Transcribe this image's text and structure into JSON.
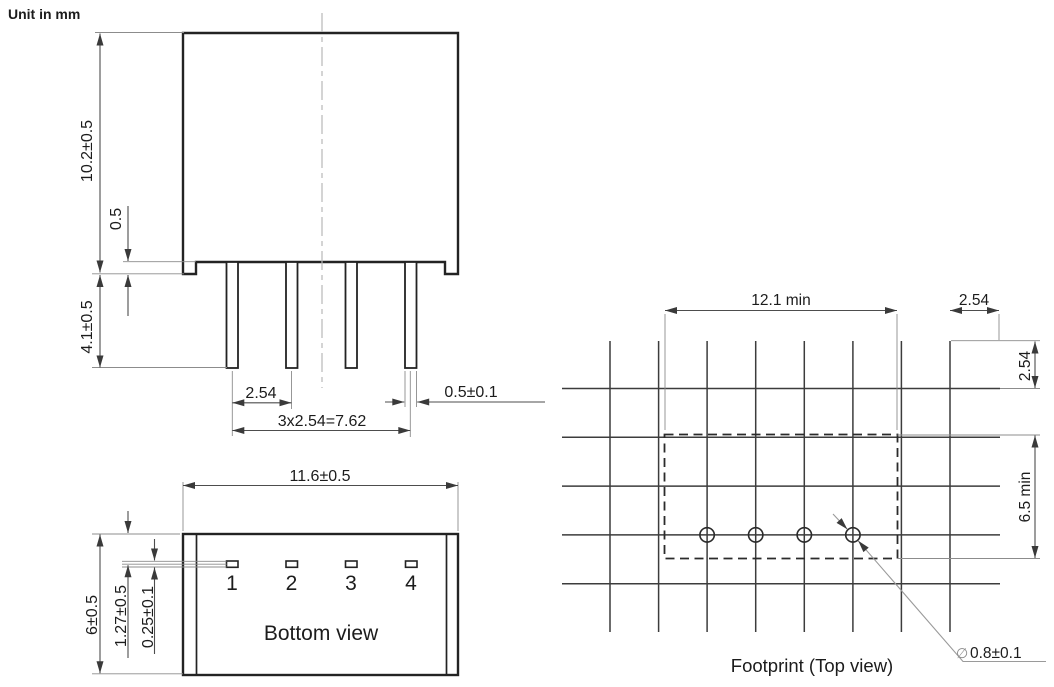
{
  "unit_note": "Unit in mm",
  "colors": {
    "background": "#ffffff",
    "outline": "#232323",
    "dimension_line": "#4d4d4d",
    "extension_line": "#8c8c8c",
    "center_line": "#b8b8b8",
    "text": "#1c1c1c"
  },
  "front_view": {
    "dim_body_height": "10.2±0.5",
    "dim_standoff": "0.5",
    "dim_pin_length": "4.1±0.5",
    "dim_pin_pitch": "2.54",
    "dim_pitch_total": "3x2.54=7.62",
    "dim_pin_width": "0.5±0.1"
  },
  "bottom_view": {
    "title": "Bottom view",
    "dim_width": "11.6±0.5",
    "dim_depth": "6±0.5",
    "dim_pin_inset": "1.27±0.5",
    "dim_pad_thickness": "0.25±0.1",
    "pin_labels": [
      "1",
      "2",
      "3",
      "4"
    ]
  },
  "footprint": {
    "title": "Footprint (Top view)",
    "dim_width": "12.1 min",
    "dim_pitch_top": "2.54",
    "dim_pitch_side": "2.54",
    "dim_depth": "6.5 min",
    "hole_symbol": "∅",
    "hole_diameter": "0.8±0.1"
  }
}
